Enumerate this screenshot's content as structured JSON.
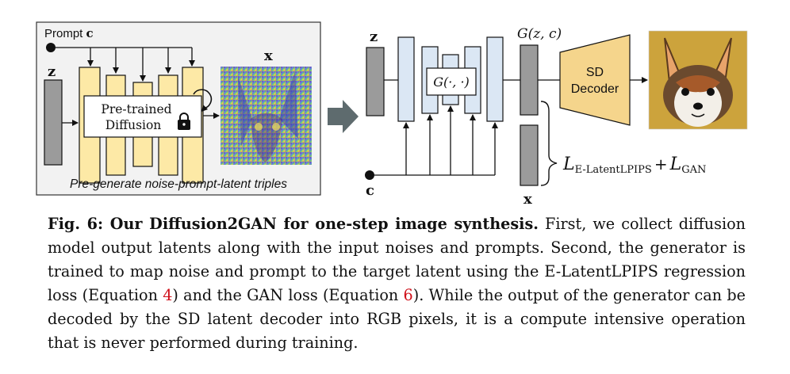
{
  "figure": {
    "left_panel": {
      "prompt_label": "Prompt",
      "prompt_symbol": "c",
      "noise_symbol": "z",
      "latent_symbol": "x",
      "box_label_line1": "Pre-trained",
      "box_label_line2": "Diffusion",
      "panel_caption": "Pre-generate noise-prompt-latent triples"
    },
    "right_panel": {
      "noise_symbol": "z",
      "prompt_symbol": "c",
      "generator_label": "G(·, ·)",
      "output_label": "G(z, c)",
      "target_symbol": "x",
      "decoder_line1": "SD",
      "decoder_line2": "Decoder",
      "loss_main": "L",
      "loss_sub1": "E-LatentLPIPS",
      "loss_plus": "+",
      "loss_sub2": "GAN"
    },
    "colors": {
      "yellow_block": "#fde9a6",
      "blue_block": "#dbe7f4",
      "gray_block": "#9b9b9b",
      "decoder_fill": "#f5d58c",
      "panel_bg": "#f2f2f2",
      "arrow_gray": "#5e6b6e"
    }
  },
  "caption": {
    "fig_label": "Fig. 6: Our Diffusion2GAN for one-step image synthesis.",
    "part1": " First, we collect diffusion model output latents along with the input noises and prompts. Second, the generator is trained to map noise and prompt to the target latent using the E-LatentLPIPS regression loss (Equation ",
    "eq1": "4",
    "part2": ") and the GAN loss (Equation ",
    "eq2": "6",
    "part3": "). While the output of the generator can be decoded by the SD latent decoder into RGB pixels, it is a compute intensive operation that is never performed during training."
  }
}
